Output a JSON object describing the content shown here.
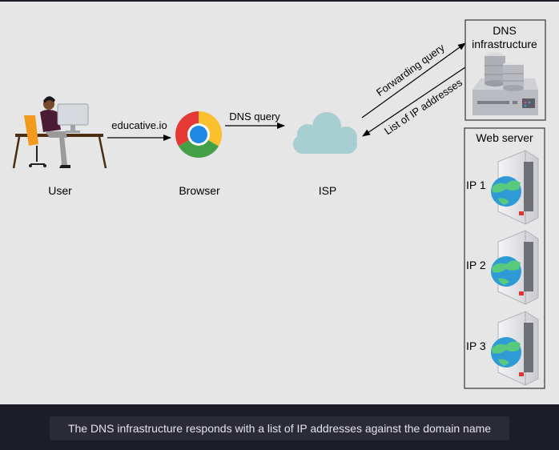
{
  "nodes": {
    "user": "User",
    "browser": "Browser",
    "isp": "ISP",
    "dns": "DNS\ninfrastructure",
    "web_server": "Web server"
  },
  "dns_title_lines": [
    "DNS",
    "infrastructure"
  ],
  "edges": {
    "user_to_browser": "educative.io",
    "browser_to_isp": "DNS query",
    "isp_to_dns": "Forwarding query",
    "dns_to_isp": "List of IP addresses"
  },
  "servers": [
    "IP 1",
    "IP 2",
    "IP 3"
  ],
  "caption": "The DNS infrastructure responds with a list of IP addresses against the domain name",
  "colors": {
    "background": "#e6e6e6",
    "footer": "#1c1d27",
    "caption_box": "#2a2b36",
    "cloud": "#a7cfd1",
    "globe": "#2f9bd6",
    "land": "#59c97e"
  },
  "icons": {
    "user": "person-at-computer-icon",
    "browser": "chrome-logo-icon",
    "isp": "cloud-icon",
    "dns": "database-server-icon",
    "servers": "server-tower-globe-icon"
  }
}
